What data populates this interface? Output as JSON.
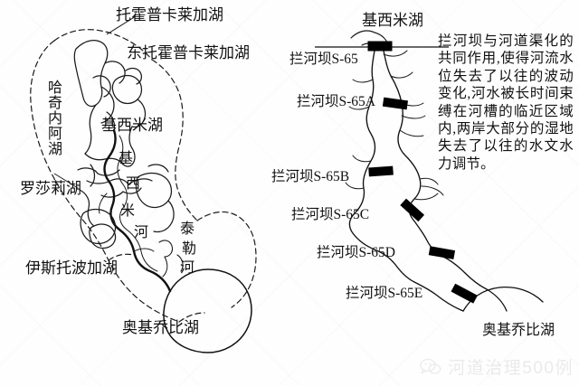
{
  "figure": {
    "background_color": "#fefefe",
    "ink_color": "#111111"
  },
  "left_map": {
    "name": "kissimmee-basin-natural-map",
    "labels": [
      {
        "id": "tohopekaliga",
        "text": "托霍普卡莱加湖",
        "orientation": "horizontal"
      },
      {
        "id": "east-tohopekaliga",
        "text": "东托霍普卡莱加湖",
        "orientation": "horizontal"
      },
      {
        "id": "hatchineha",
        "text": "哈奇内阿湖",
        "orientation": "vertical"
      },
      {
        "id": "kissimmee-lake",
        "text": "基西米湖",
        "orientation": "horizontal"
      },
      {
        "id": "rosalie",
        "text": "罗莎莉湖",
        "orientation": "horizontal"
      },
      {
        "id": "istokpoga",
        "text": "伊斯托波加湖",
        "orientation": "horizontal"
      },
      {
        "id": "okeechobee-left",
        "text": "奥基乔比湖",
        "orientation": "horizontal"
      }
    ],
    "river_label_chars": [
      "基",
      "西",
      "米",
      "河"
    ],
    "creek_label_chars": [
      "泰",
      "勒",
      "河"
    ]
  },
  "right_map": {
    "name": "kissimmee-channelized-map",
    "top_lake_label": "基西米湖",
    "bottom_lake_label": "奥基乔比湖",
    "dams": [
      {
        "id": "s-65",
        "label": "拦河坝S-65"
      },
      {
        "id": "s-65a",
        "label": "拦河坝S-65A"
      },
      {
        "id": "s-65b",
        "label": "拦河坝S-65B"
      },
      {
        "id": "s-65c",
        "label": "拦河坝S-65C"
      },
      {
        "id": "s-65d",
        "label": "拦河坝S-65D"
      },
      {
        "id": "s-65e",
        "label": "拦河坝S-65E"
      }
    ]
  },
  "annotation": {
    "text": "拦河坝与河道渠化的共同作用,使得河流水位失去了以往的波动变化,河水被长时间束缚在河槽的临近区域内,两岸大部分的湿地失去了以往的水文水力调节。"
  },
  "watermark": {
    "text": "河道治理500例",
    "icon": "wechat-icon"
  }
}
